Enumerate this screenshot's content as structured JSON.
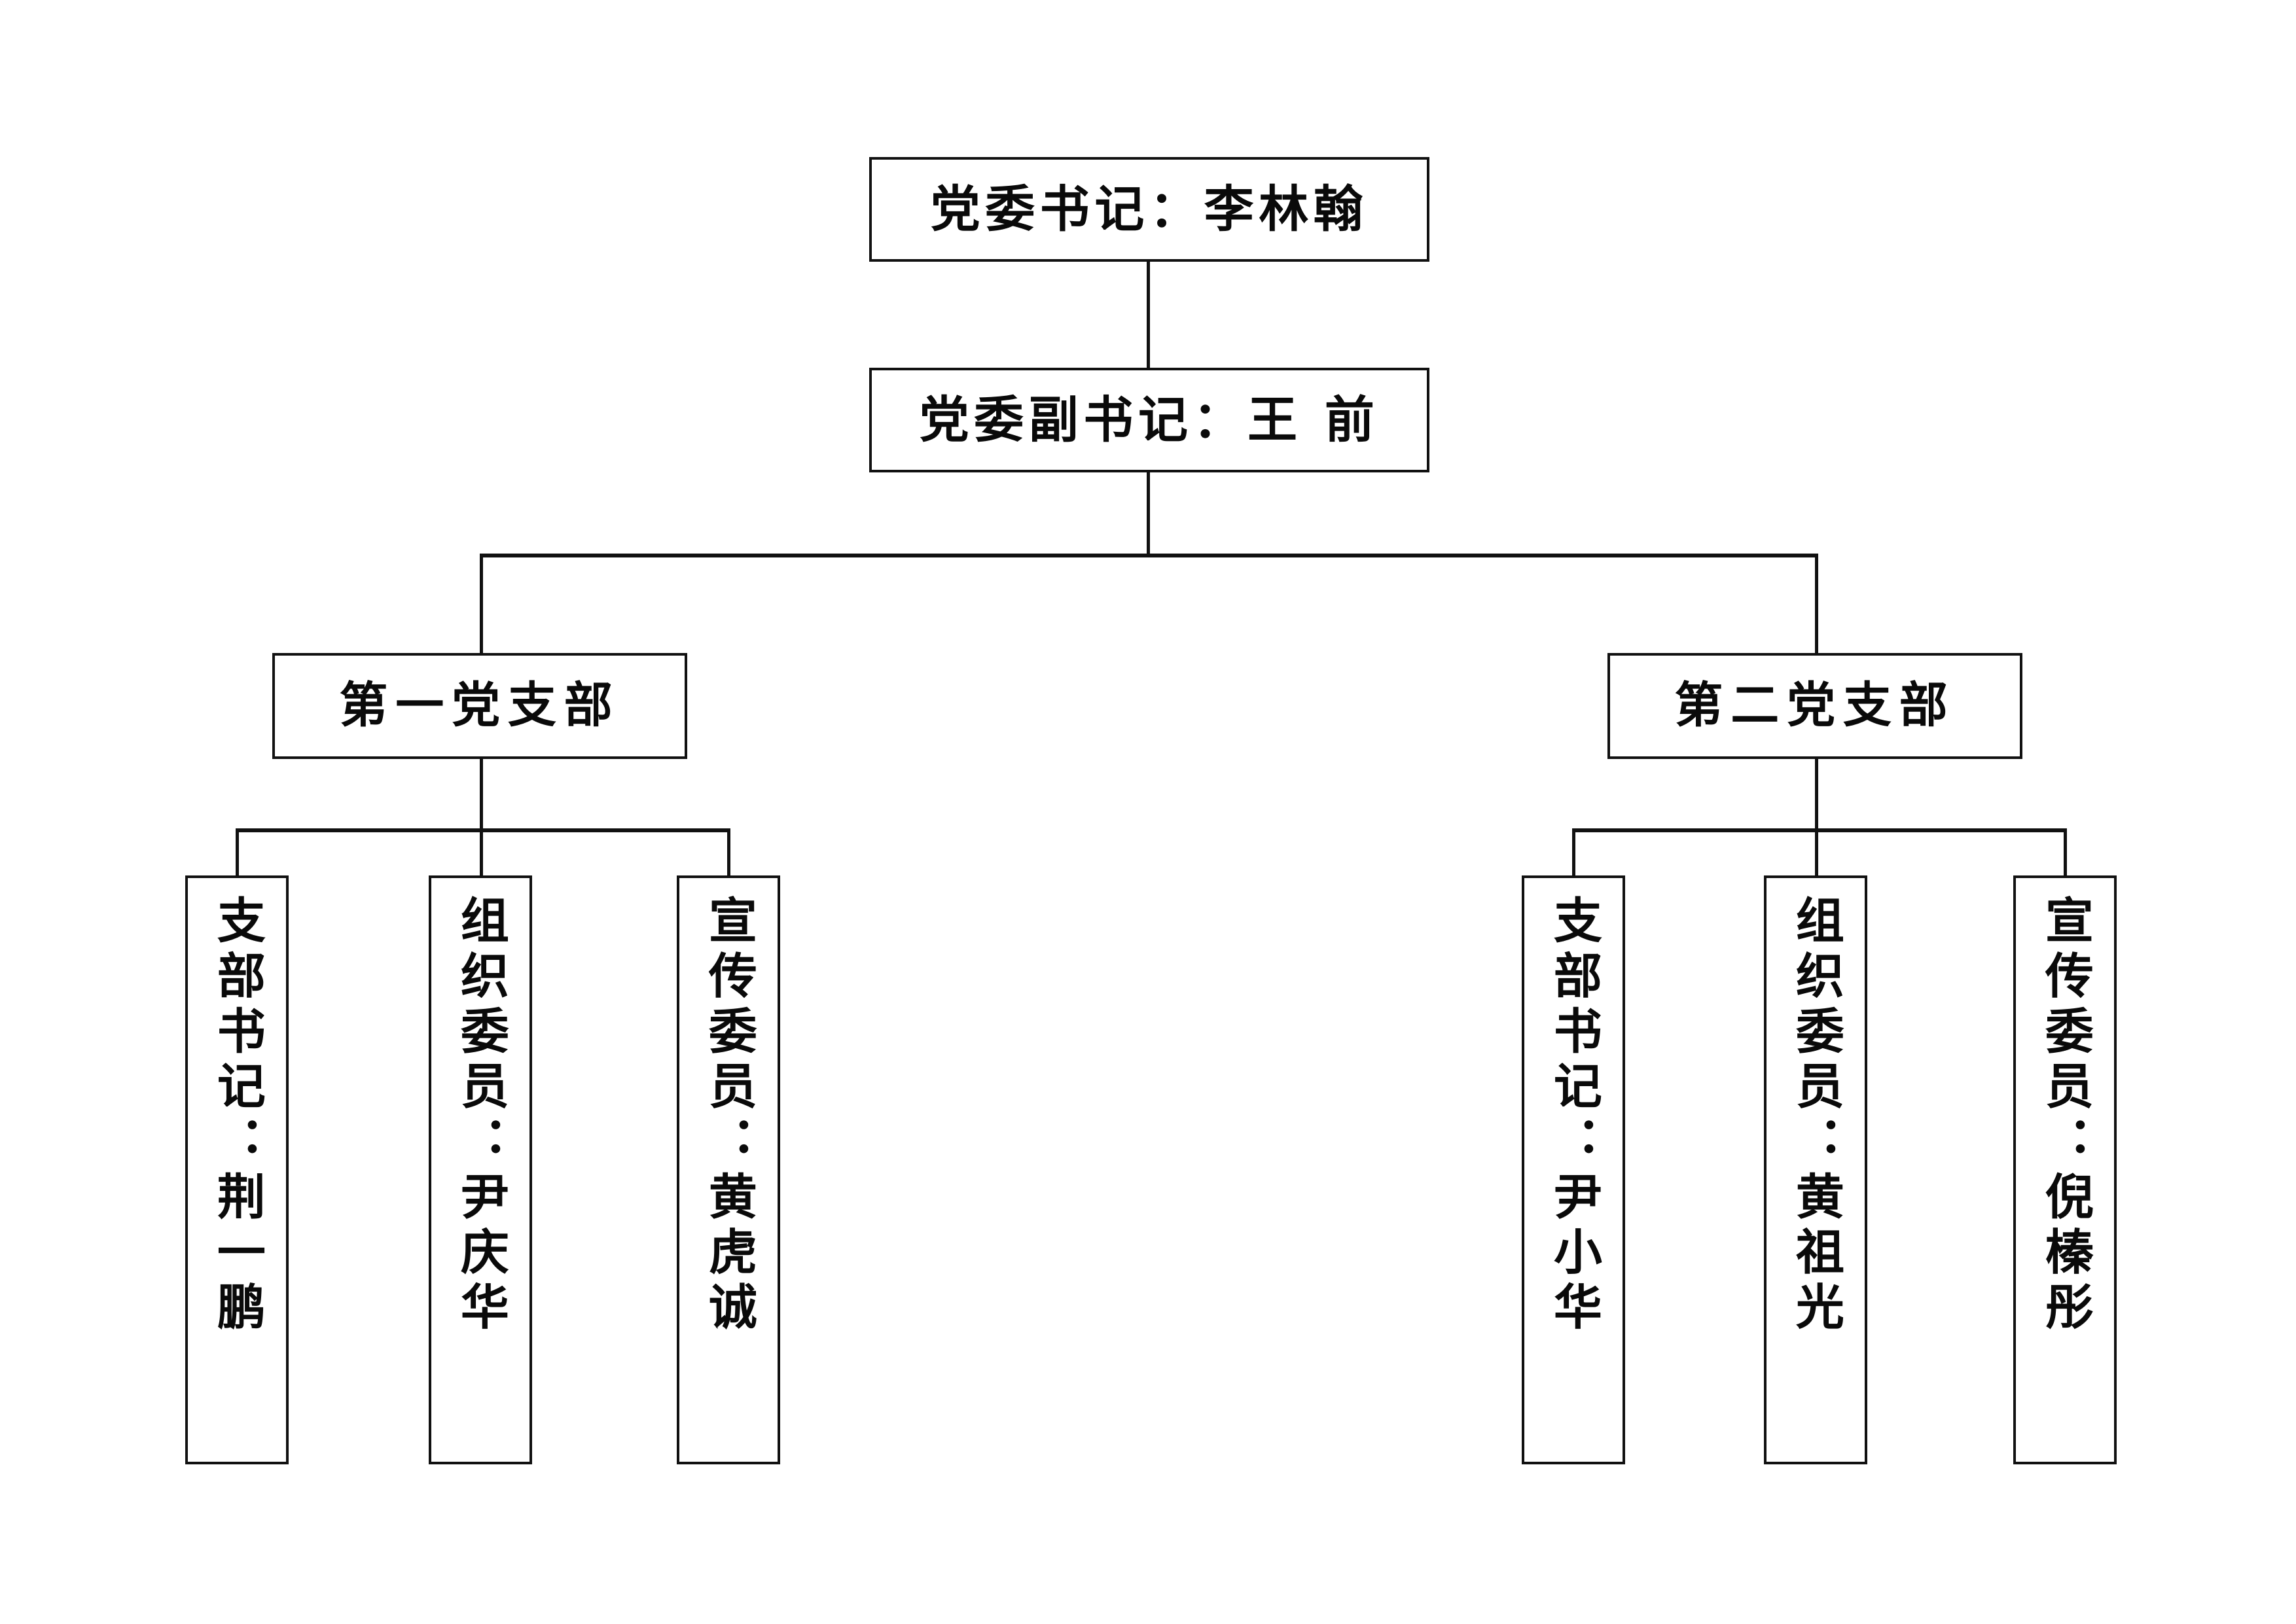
{
  "chart_title": "",
  "colors": {
    "line": "#111111",
    "box_border": "#111111",
    "box_fill": "#ffffff",
    "text": "#0a0a0a",
    "page_background": "#ffffff"
  },
  "org_chart": {
    "type": "organization-tree",
    "orientation": "top-down",
    "levels": 4,
    "root": {
      "id": "party-committee-secretary",
      "label": "党委书记：李林翰",
      "role": "党委书记",
      "name": "李林翰",
      "orientation": "horizontal"
    },
    "deputy": {
      "id": "party-committee-deputy-secretary",
      "label": "党委副书记：王 前",
      "role": "党委副书记",
      "name": "王 前",
      "orientation": "horizontal"
    },
    "branches": [
      {
        "id": "first-party-branch",
        "label": "第一党支部",
        "orientation": "horizontal",
        "members": [
          {
            "id": "branch1-secretary",
            "label": "支部书记：荆一鹏",
            "role": "支部书记",
            "name": "荆一鹏",
            "orientation": "vertical"
          },
          {
            "id": "branch1-organization-officer",
            "label": "组织委员：尹庆华",
            "role": "组织委员",
            "name": "尹庆华",
            "orientation": "vertical"
          },
          {
            "id": "branch1-propaganda-officer",
            "label": "宣传委员：黄虎诚",
            "role": "宣传委员",
            "name": "黄虎诚",
            "orientation": "vertical"
          }
        ]
      },
      {
        "id": "second-party-branch",
        "label": "第二党支部",
        "orientation": "horizontal",
        "members": [
          {
            "id": "branch2-secretary",
            "label": "支部书记：尹小华",
            "role": "支部书记",
            "name": "尹小华",
            "orientation": "vertical"
          },
          {
            "id": "branch2-organization-officer",
            "label": "组织委员：黄祖光",
            "role": "组织委员",
            "name": "黄祖光",
            "orientation": "vertical"
          },
          {
            "id": "branch2-propaganda-officer",
            "label": "宣传委员：倪榛彤",
            "role": "宣传委员",
            "name": "倪榛彤",
            "orientation": "vertical"
          }
        ]
      }
    ]
  }
}
